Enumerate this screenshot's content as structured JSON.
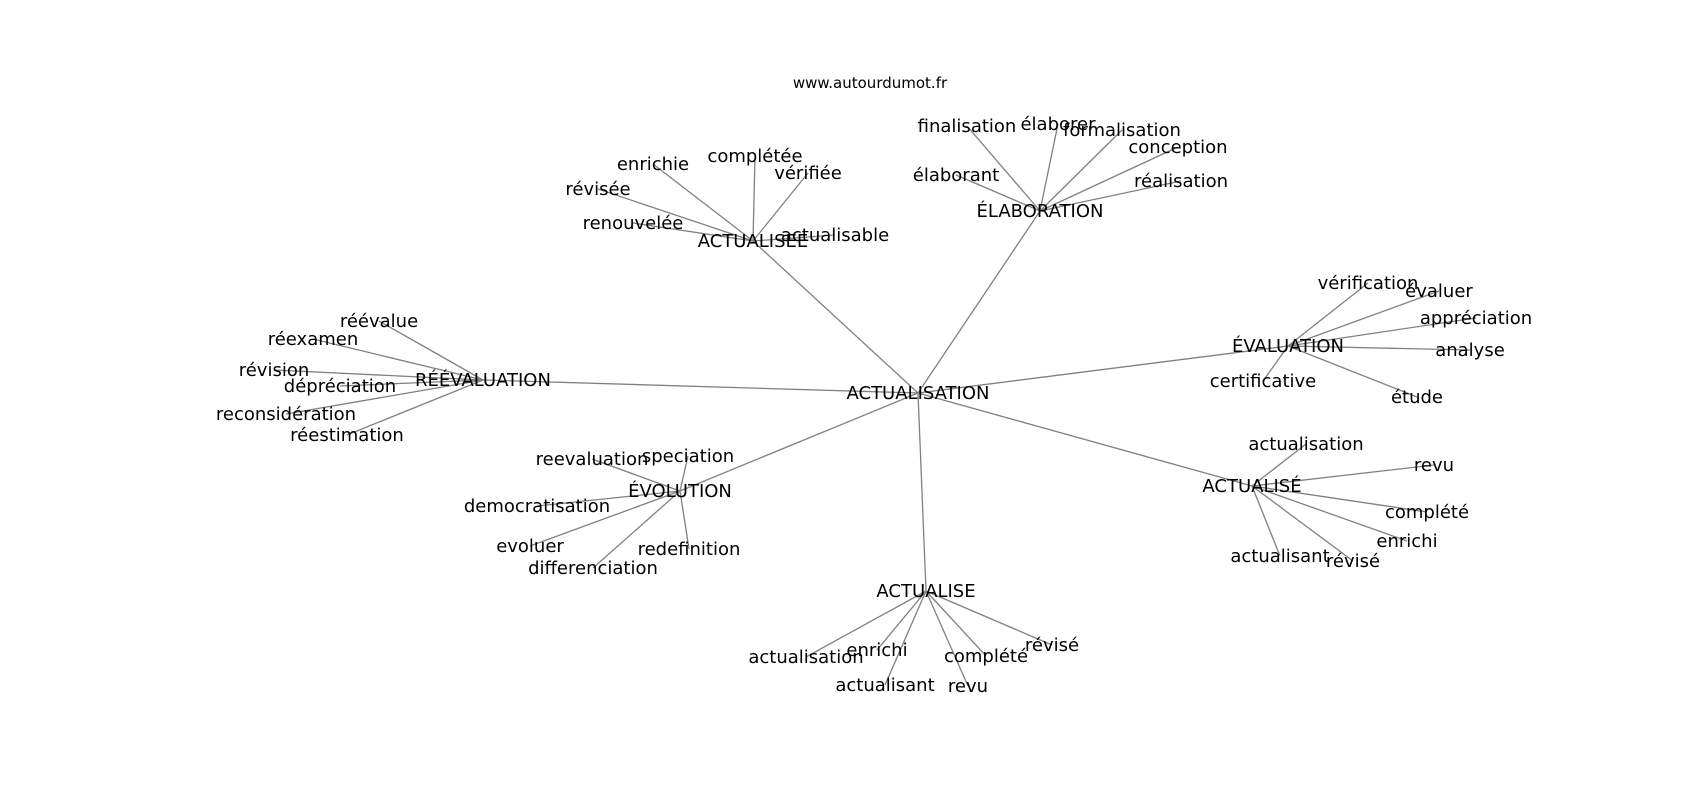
{
  "source": "www.autourdumot.fr",
  "center": {
    "id": "c",
    "label": "ACTUALISATION"
  },
  "hubs": [
    {
      "id": "h1",
      "label": "ÉLABORATION",
      "leaves": [
        {
          "id": "h1l1",
          "label": "finalisation"
        },
        {
          "id": "h1l2",
          "label": "élaborer"
        },
        {
          "id": "h1l3",
          "label": "formalisation"
        },
        {
          "id": "h1l4",
          "label": "conception"
        },
        {
          "id": "h1l5",
          "label": "élaborant"
        },
        {
          "id": "h1l6",
          "label": "réalisation"
        }
      ]
    },
    {
      "id": "h2",
      "label": "ACTUALISEE",
      "leaves": [
        {
          "id": "h2l1",
          "label": "enrichie"
        },
        {
          "id": "h2l2",
          "label": "complétée"
        },
        {
          "id": "h2l3",
          "label": "vérifiée"
        },
        {
          "id": "h2l4",
          "label": "révisée"
        },
        {
          "id": "h2l5",
          "label": "renouvelée"
        },
        {
          "id": "h2l6",
          "label": "actualisable"
        }
      ]
    },
    {
      "id": "h3",
      "label": "RÉÉVALUATION",
      "leaves": [
        {
          "id": "h3l1",
          "label": "réévalue"
        },
        {
          "id": "h3l2",
          "label": "réexamen"
        },
        {
          "id": "h3l3",
          "label": "révision"
        },
        {
          "id": "h3l4",
          "label": "dépréciation"
        },
        {
          "id": "h3l5",
          "label": "reconsidération"
        },
        {
          "id": "h3l6",
          "label": "réestimation"
        }
      ]
    },
    {
      "id": "h4",
      "label": "ÉVALUATION",
      "leaves": [
        {
          "id": "h4l1",
          "label": "vérification"
        },
        {
          "id": "h4l2",
          "label": "évaluer"
        },
        {
          "id": "h4l3",
          "label": "appréciation"
        },
        {
          "id": "h4l4",
          "label": "analyse"
        },
        {
          "id": "h4l5",
          "label": "certificative"
        },
        {
          "id": "h4l6",
          "label": "étude"
        }
      ]
    },
    {
      "id": "h5",
      "label": "ÉVOLUTION",
      "leaves": [
        {
          "id": "h5l1",
          "label": "reevaluation"
        },
        {
          "id": "h5l2",
          "label": "speciation"
        },
        {
          "id": "h5l3",
          "label": "democratisation"
        },
        {
          "id": "h5l4",
          "label": "evoluer"
        },
        {
          "id": "h5l5",
          "label": "redefinition"
        },
        {
          "id": "h5l6",
          "label": "differenciation"
        }
      ]
    },
    {
      "id": "h6",
      "label": "ACTUALISÉ",
      "leaves": [
        {
          "id": "h6l1",
          "label": "actualisation"
        },
        {
          "id": "h6l2",
          "label": "revu"
        },
        {
          "id": "h6l3",
          "label": "complété"
        },
        {
          "id": "h6l4",
          "label": "enrichi"
        },
        {
          "id": "h6l5",
          "label": "actualisant"
        },
        {
          "id": "h6l6",
          "label": "révisé"
        }
      ]
    },
    {
      "id": "h7",
      "label": "ACTUALISE",
      "leaves": [
        {
          "id": "h7l1",
          "label": "actualisation"
        },
        {
          "id": "h7l2",
          "label": "enrichi"
        },
        {
          "id": "h7l3",
          "label": "complété"
        },
        {
          "id": "h7l4",
          "label": "révisé"
        },
        {
          "id": "h7l5",
          "label": "actualisant"
        },
        {
          "id": "h7l6",
          "label": "revu"
        }
      ]
    }
  ]
}
